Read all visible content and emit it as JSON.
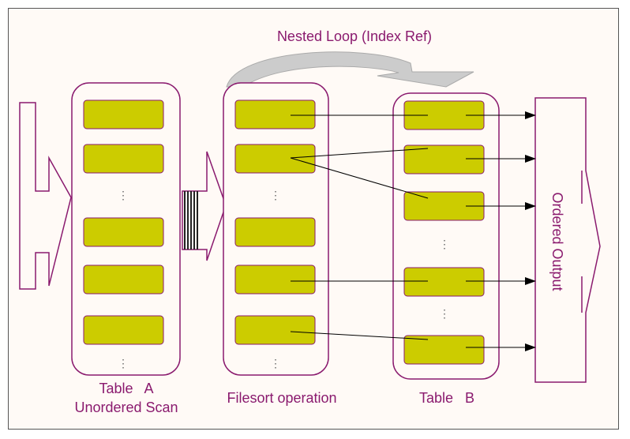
{
  "colors": {
    "frame_bg": "#fffaf6",
    "border": "#8a1a6e",
    "row_fill": "#cccc00",
    "row_stroke": "#8a1a6e",
    "text": "#8a1a6e",
    "curved_arrow_fill": "#cccccc",
    "connector": "#000000"
  },
  "labels": {
    "nested_loop": "Nested Loop (Index Ref)",
    "table_a": "Table   A",
    "table_a_sub": "Unordered Scan",
    "filesort": "Filesort operation",
    "table_b": "Table   B",
    "ordered_output": "Ordered Output"
  },
  "ellipsis": "⋮",
  "icons": {
    "input_arrow": "hollow-right-arrow-icon",
    "transfer_arrow": "striped-right-arrow-icon",
    "output_arrow": "hollow-right-arrow-icon",
    "nested_loop_arrow": "curved-arrow-icon",
    "connector_arrowhead": "arrowhead-icon"
  }
}
